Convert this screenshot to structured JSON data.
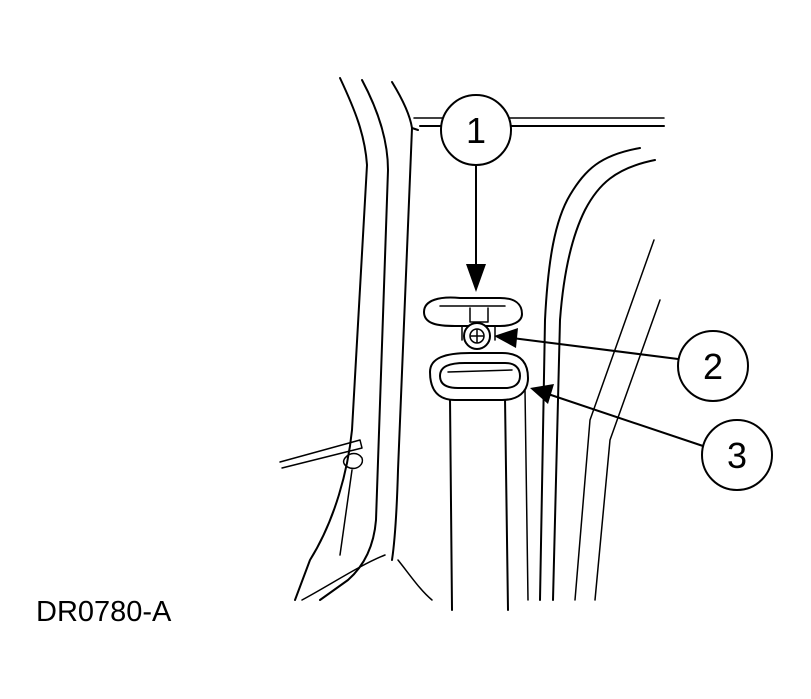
{
  "figure": {
    "id": "DR0780-A"
  },
  "callouts": [
    {
      "label": "1"
    },
    {
      "label": "2"
    },
    {
      "label": "3"
    }
  ]
}
